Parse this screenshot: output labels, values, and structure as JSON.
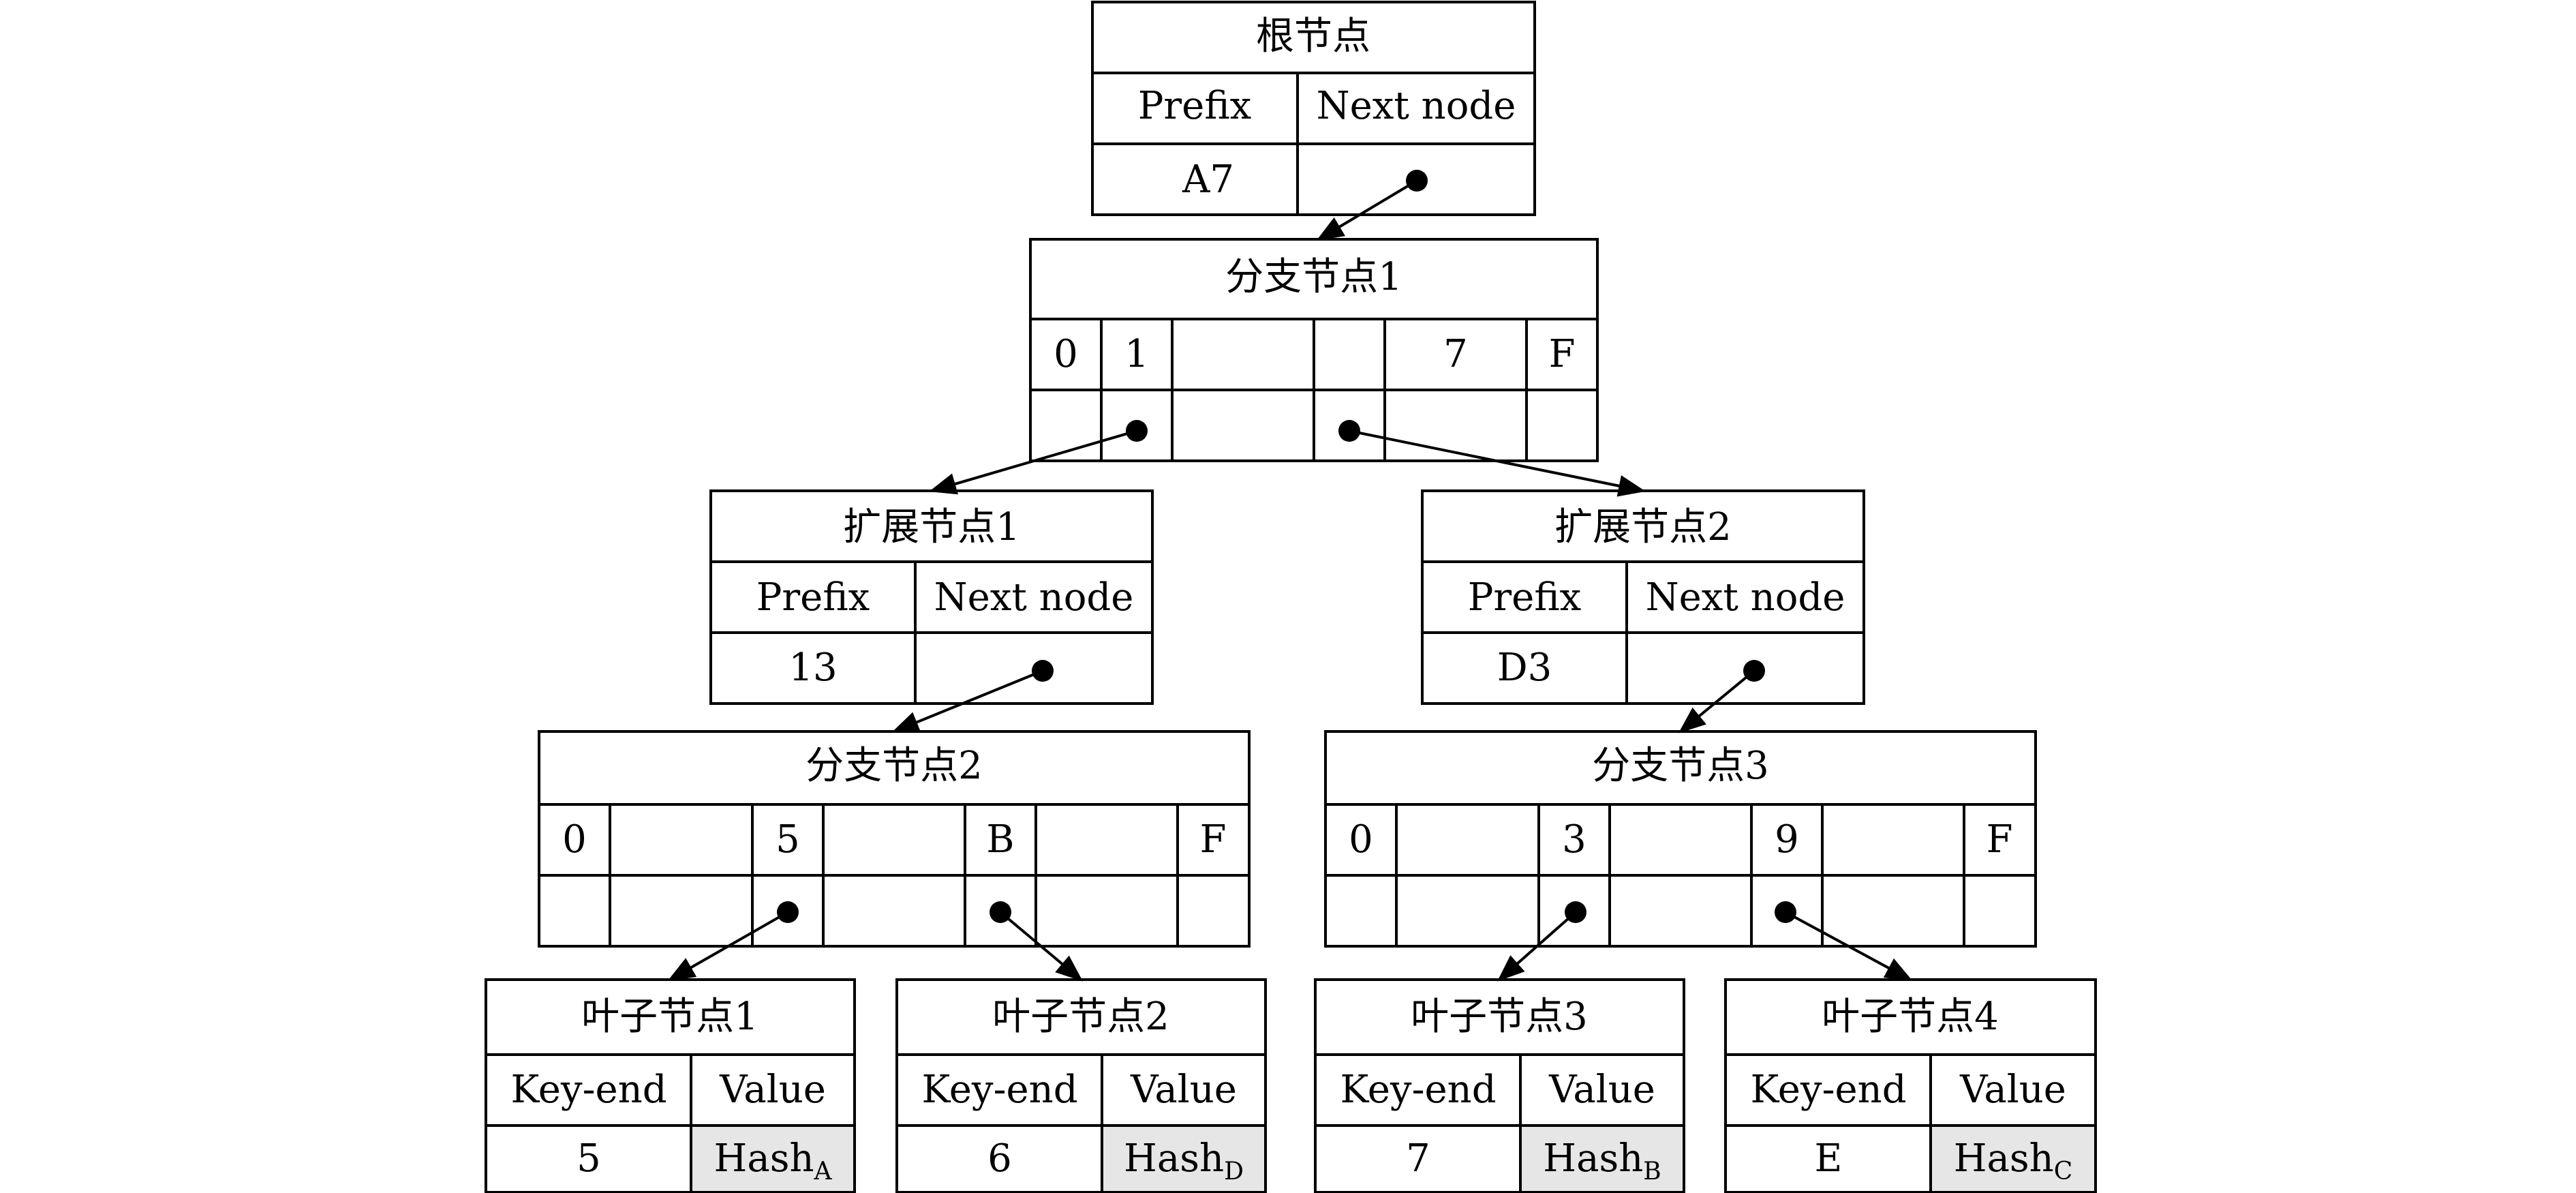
{
  "root": {
    "title": "根节点",
    "headers": [
      "Prefix",
      "Next node"
    ],
    "prefix": "A7"
  },
  "branch1": {
    "title": "分支节点1",
    "slots": [
      "0",
      "1",
      "",
      "",
      "7",
      "F"
    ]
  },
  "ext1": {
    "title": "扩展节点1",
    "headers": [
      "Prefix",
      "Next node"
    ],
    "prefix": "13"
  },
  "ext2": {
    "title": "扩展节点2",
    "headers": [
      "Prefix",
      "Next node"
    ],
    "prefix": "D3"
  },
  "branch2": {
    "title": "分支节点2",
    "slots": [
      "0",
      "",
      "5",
      "",
      "B",
      "",
      "F"
    ]
  },
  "branch3": {
    "title": "分支节点3",
    "slots": [
      "0",
      "",
      "3",
      "",
      "9",
      "",
      "F"
    ]
  },
  "leaves": [
    {
      "title": "叶子节点1",
      "key_header": "Key-end",
      "value_header": "Value",
      "key": "5",
      "hash": "Hash",
      "hash_sub": "A"
    },
    {
      "title": "叶子节点2",
      "key_header": "Key-end",
      "value_header": "Value",
      "key": "6",
      "hash": "Hash",
      "hash_sub": "D"
    },
    {
      "title": "叶子节点3",
      "key_header": "Key-end",
      "value_header": "Value",
      "key": "7",
      "hash": "Hash",
      "hash_sub": "B"
    },
    {
      "title": "叶子节点4",
      "key_header": "Key-end",
      "value_header": "Value",
      "key": "E",
      "hash": "Hash",
      "hash_sub": "C"
    }
  ],
  "colors": {
    "line": "#000000",
    "value_fill": "#e6e6e6",
    "background": "#ffffff"
  }
}
